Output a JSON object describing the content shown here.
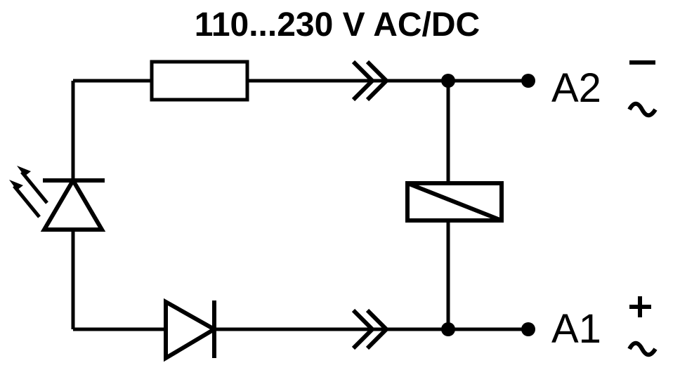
{
  "diagram": {
    "title": "110...230 V AC/DC",
    "terminals": {
      "a2": {
        "label": "A2"
      },
      "a1": {
        "label": "A1"
      }
    },
    "symbols": {
      "negative_sign": "−",
      "positive_sign": "+",
      "ac_symbol": "~"
    }
  }
}
